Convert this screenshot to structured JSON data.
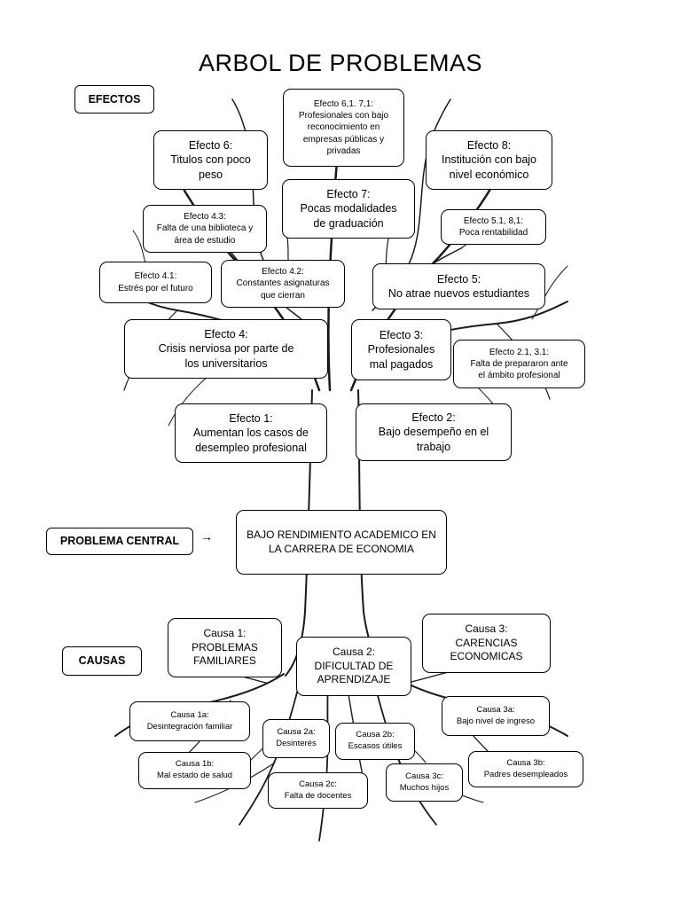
{
  "title": "ARBOL DE PROBLEMAS",
  "labels": {
    "efectos": "EFECTOS",
    "problema_central": "PROBLEMA CENTRAL",
    "causas": "CAUSAS"
  },
  "central_problem": "BAJO RENDIMIENTO ACADEMICO EN\nLA CARRERA DE ECONOMIA",
  "arrow": "→",
  "effects": {
    "e6_1_7_1": "Efecto 6,1. 7,1:\nProfesionales con bajo\nreconocimiento en\nempresas públicas y\nprivadas",
    "e6": "Efecto 6:\nTitulos con poco\npeso",
    "e8": "Efecto 8:\nInstitución con bajo\nnivel económico",
    "e7": "Efecto 7:\nPocas modalidades\nde graduación",
    "e4_3": "Efecto 4.3:\nFalta de una biblioteca y\nárea de estudio",
    "e5_1_8_1": "Efecto 5.1, 8,1:\nPoca rentabilidad",
    "e4_1": "Efecto 4.1:\nEstrés por el futuro",
    "e4_2": "Efecto 4.2:\nConstantes asignaturas\nque cierran",
    "e5": "Efecto 5:\nNo atrae nuevos estudiantes",
    "e4": "Efecto 4:\nCrisis nerviosa por parte de\nlos universitarios",
    "e3": "Efecto 3:\nProfesionales\nmal pagados",
    "e2_1_3_1": "Efecto 2.1, 3.1:\nFalta de prepararon ante\nel ámbito profesional",
    "e1": "Efecto 1:\nAumentan los casos de\ndesempleo profesional",
    "e2": "Efecto 2:\nBajo desempeño en el\ntrabajo"
  },
  "causes": {
    "c1": "Causa 1:\nPROBLEMAS\nFAMILIARES",
    "c2": "Causa 2:\nDIFICULTAD DE\nAPRENDIZAJE",
    "c3": "Causa 3:\nCARENCIAS\nECONOMICAS",
    "c1a": "Causa 1a:\nDesintegración familiar",
    "c3a": "Causa 3a:\nBajo nivel de ingreso",
    "c2a": "Causa 2a:\nDesinterés",
    "c2b": "Causa 2b:\nEscasos útiles",
    "c1b": "Causa 1b:\nMal estado de salud",
    "c3b": "Causa 3b:\nPadres desempleados",
    "c2c": "Causa 2c:\nFalta de docentes",
    "c3c": "Causa 3c:\nMuchos hijos"
  }
}
